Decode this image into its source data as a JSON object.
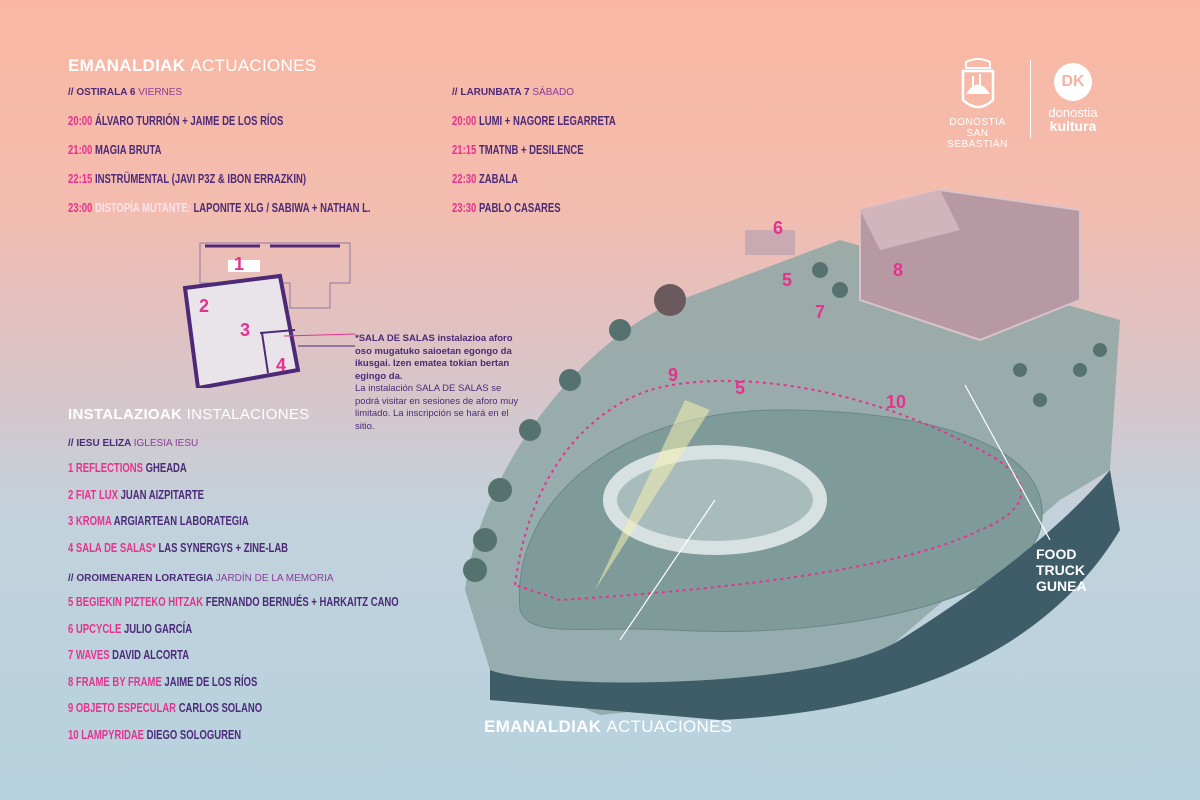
{
  "performances": {
    "title_eu": "EMANALDIAK",
    "title_es": "ACTUACIONES",
    "friday": {
      "day_eu": "// OSTIRALA 6",
      "day_es": "VIERNES",
      "items": [
        {
          "time": "20:00",
          "highlight": "",
          "name": "ÁLVARO TURRIÓN + JAIME DE LOS RÍOS"
        },
        {
          "time": "21:00",
          "highlight": "",
          "name": "MAGIA BRUTA"
        },
        {
          "time": "22:15",
          "highlight": "",
          "name": "INSTRÜMENTAL (JAVI P3Z & IBON ERRAZKIN)"
        },
        {
          "time": "23:00",
          "highlight": "DISTOPÍA MUTANTE:",
          "name": "LAPONITE XLG / SABIWA + NATHAN L."
        }
      ]
    },
    "saturday": {
      "day_eu": "// LARUNBATA 7",
      "day_es": "SÁBADO",
      "items": [
        {
          "time": "20:00",
          "name": "LUMI + NAGORE LEGARRETA"
        },
        {
          "time": "21:15",
          "name": "TMATNB + DESILENCE"
        },
        {
          "time": "22:30",
          "name": "ZABALA"
        },
        {
          "time": "23:30",
          "name": "PABLO CASARES"
        }
      ]
    }
  },
  "floorplan": {
    "rooms": [
      "1",
      "2",
      "3",
      "4"
    ]
  },
  "note": {
    "eu_bold": "*SALA DE SALAS",
    "eu_rest": " instalazioa aforo oso mugatuko saioetan egongo da ikusgai. Izen ematea tokian bertan egingo da.",
    "es": "La instalación SALA DE SALAS se podrá visitar en sesiones de aforo muy limitado. La inscripción se hará en el sitio."
  },
  "installations": {
    "title_eu": "INSTALAZIOAK",
    "title_es": "INSTALACIONES",
    "groups": [
      {
        "head_eu": "// IESU ELIZA",
        "head_es": "IGLESIA IESU",
        "items": [
          {
            "work": "1 REFLECTIONS",
            "artist": "GHEADA"
          },
          {
            "work": "2 FIAT LUX",
            "artist": "JUAN AIZPITARTE"
          },
          {
            "work": "3 KROMA",
            "artist": "ARGIARTEAN LABORATEGIA"
          },
          {
            "work": "4 SALA DE SALAS*",
            "artist": "LAS SYNERGYS + ZINE-LAB"
          }
        ]
      },
      {
        "head_eu": "// OROIMENAREN LORATEGIA",
        "head_es": "JARDÍN DE LA MEMORIA",
        "items": [
          {
            "work": "5 BEGIEKIN PIZTEKO HITZAK",
            "artist": "FERNANDO BERNUÉS + HARKAITZ CANO"
          },
          {
            "work": "6 UPCYCLE",
            "artist": "JULIO GARCÍA"
          },
          {
            "work": "7 WAVES",
            "artist": "DAVID ALCORTA"
          },
          {
            "work": "8 FRAME BY FRAME",
            "artist": "JAIME DE LOS RÍOS"
          },
          {
            "work": "9 OBJETO ESPECULAR",
            "artist": "CARLOS SOLANO"
          },
          {
            "work": "10 LAMPYRIDAE",
            "artist": "DIEGO SOLOGUREN"
          }
        ]
      }
    ]
  },
  "map": {
    "markers": [
      "6",
      "5",
      "7",
      "8",
      "9",
      "5",
      "10"
    ],
    "food_truck": [
      "FOOD",
      "TRUCK",
      "GUNEA"
    ],
    "stage_eu": "EMANALDIAK",
    "stage_es": "ACTUACIONES"
  },
  "logos": {
    "city_line1": "DONOSTIA",
    "city_line2": "SAN SEBASTIÁN",
    "dk_mark": "DK",
    "dk_line1": "donostia",
    "dk_line2": "kultura"
  },
  "colors": {
    "accent": "#e6328f",
    "text": "#4c2a78"
  }
}
